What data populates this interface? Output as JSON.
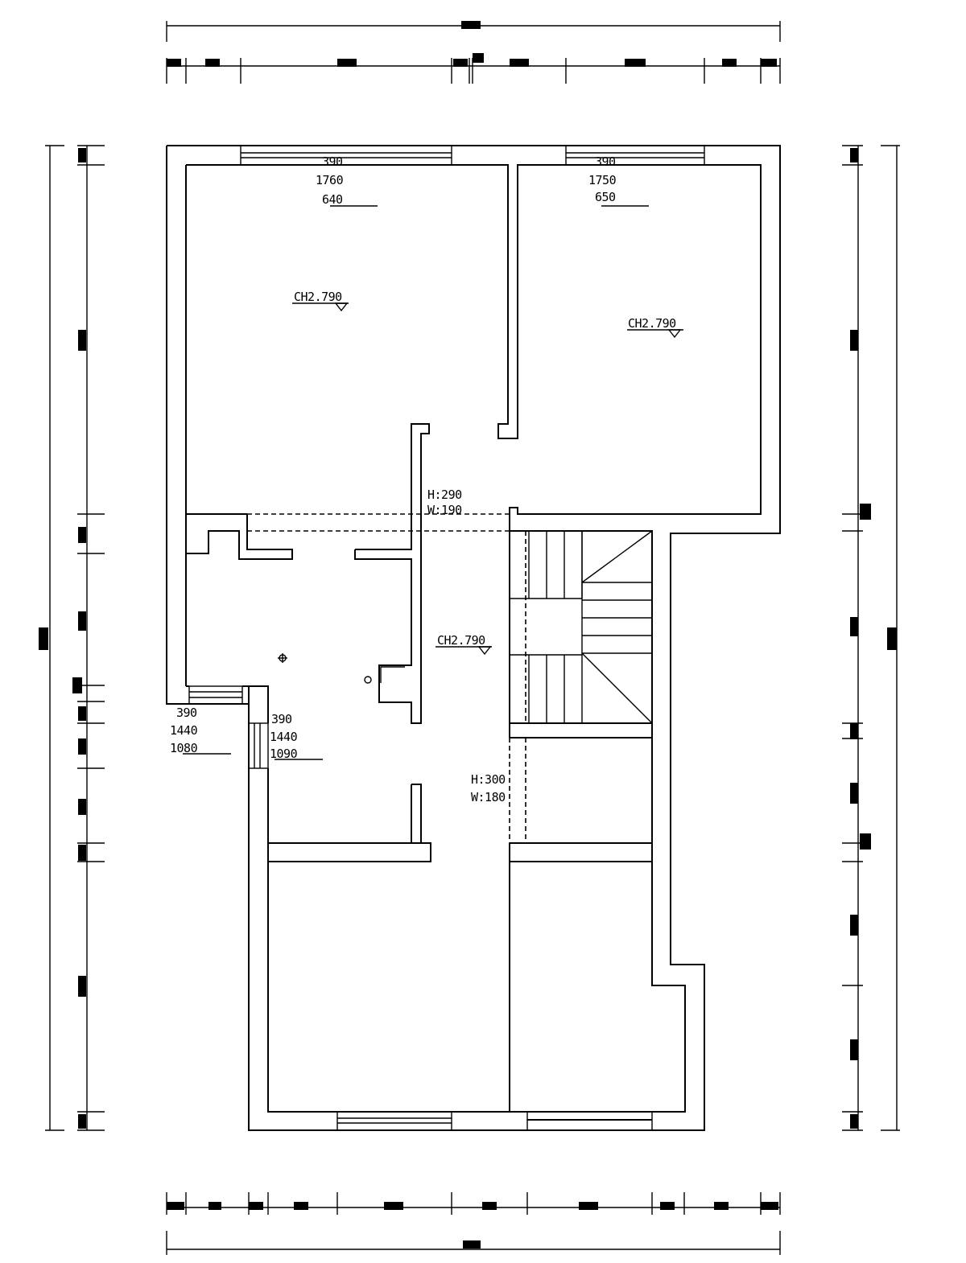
{
  "drawing": {
    "type": "floor-plan",
    "line_color": "#000000",
    "background": "#ffffff"
  },
  "labels": {
    "window_top_left": {
      "l1": "390",
      "l2": "1760",
      "l3": "640"
    },
    "window_top_right": {
      "l1": "390",
      "l2": "1750",
      "l3": "650"
    },
    "ceiling_room_1": "CH2.790",
    "ceiling_room_2": "CH2.790",
    "ceiling_center": "CH2.790",
    "opening_upper": {
      "h": "H:290",
      "w": "W:190"
    },
    "opening_lower": {
      "h": "H:300",
      "w": "W:180"
    },
    "window_left": {
      "l1": "390",
      "l2": "1440",
      "l3": "1080"
    },
    "window_mid": {
      "l1": "390",
      "l2": "1440",
      "l3": "1090"
    }
  }
}
